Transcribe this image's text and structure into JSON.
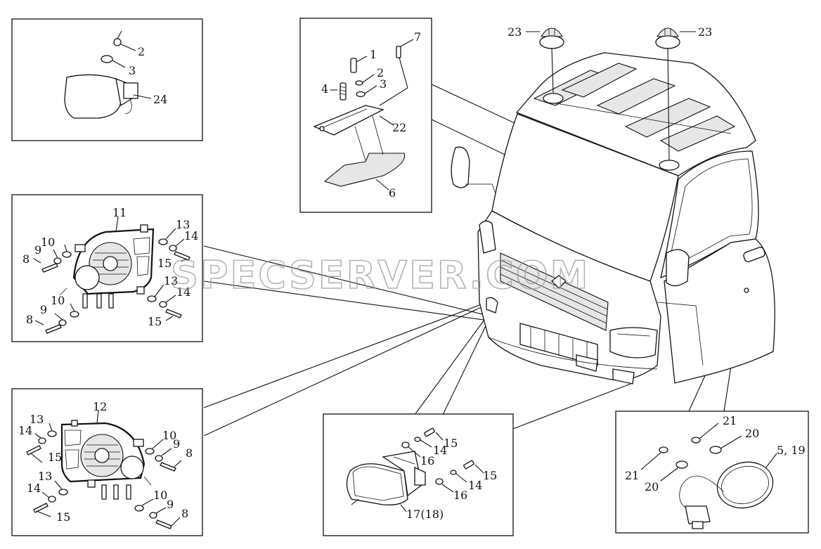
{
  "watermark": "SPECSERVER.COM",
  "callouts": {
    "c1": "1",
    "c2a": "2",
    "c2b": "2",
    "c3a": "3",
    "c3b": "3",
    "c4": "4",
    "c5_19": "5, 19",
    "c6": "6",
    "c7": "7",
    "c8a": "8",
    "c8b": "8",
    "c8c": "8",
    "c8d": "8",
    "c9a": "9",
    "c9b": "9",
    "c9c": "9",
    "c9d": "9",
    "c10a": "10",
    "c10b": "10",
    "c10c": "10",
    "c10d": "10",
    "c11": "11",
    "c12": "12",
    "c13a": "13",
    "c13b": "13",
    "c13c": "13",
    "c13d": "13",
    "c14a": "14",
    "c14b": "14",
    "c14c": "14",
    "c14d": "14",
    "c14e": "14",
    "c14f": "14",
    "c15a": "15",
    "c15b": "15",
    "c15c": "15",
    "c15d": "15",
    "c15e": "15",
    "c15f": "15",
    "c16a": "16",
    "c16b": "16",
    "c17_18": "17(18)",
    "c20a": "20",
    "c20b": "20",
    "c21a": "21",
    "c21b": "21",
    "c22": "22",
    "c23a": "23",
    "c23b": "23",
    "c24": "24"
  }
}
